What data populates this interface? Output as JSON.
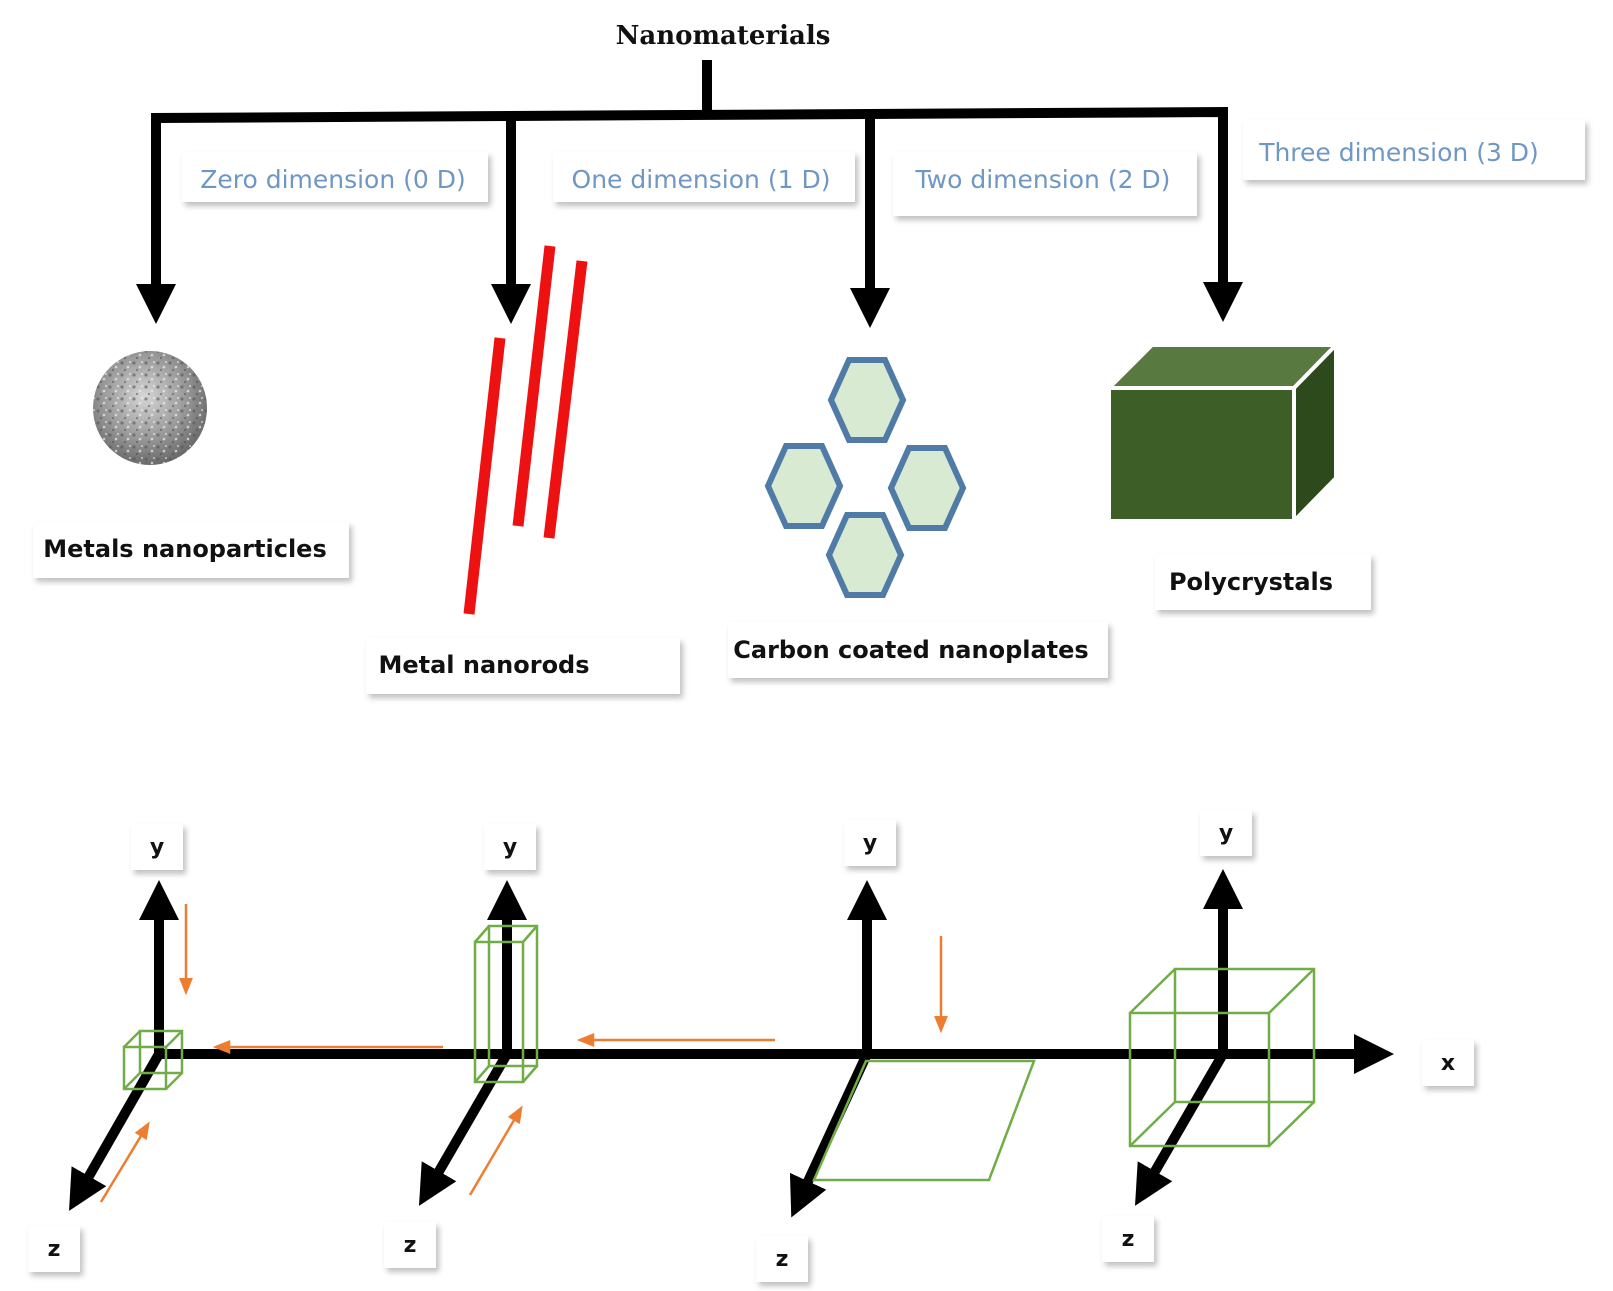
{
  "root": {
    "title": "Nanomaterials"
  },
  "categories": [
    {
      "label": "Zero dimension (0 D)"
    },
    {
      "label": "One dimension (1 D)"
    },
    {
      "label": "Two dimension (2 D)"
    },
    {
      "label": "Three dimension (3 D)"
    }
  ],
  "examples": [
    {
      "label": "Metals nanoparticles"
    },
    {
      "label": "Metal nanorods"
    },
    {
      "label": "Carbon coated nanoplates"
    },
    {
      "label": "Polycrystals"
    }
  ],
  "axes": {
    "x_label": "x",
    "y_label": "y",
    "z_label": "z"
  },
  "colors": {
    "category_text": "#6f97c4",
    "nanorod": "#ee1111",
    "hexagon_fill": "#d8ead2",
    "hexagon_stroke": "#4f7ba6",
    "cube_front": "#3d5e26",
    "cube_top": "#587a40",
    "cube_side": "#2d4a1c",
    "wireframe": "#70ad47",
    "orange_arrow": "#ed7d31"
  }
}
